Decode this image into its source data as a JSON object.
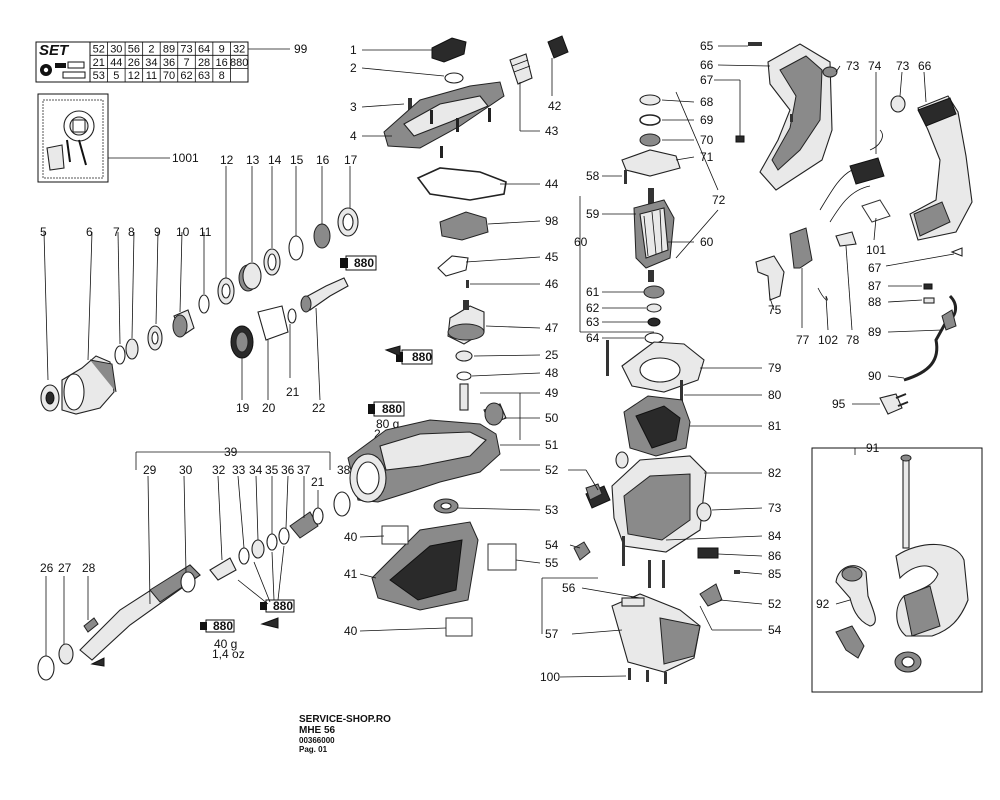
{
  "set_table": {
    "title": "SET",
    "rows": [
      [
        "52",
        "30",
        "56",
        "2",
        "89",
        "73",
        "64",
        "9",
        "32"
      ],
      [
        "21",
        "44",
        "26",
        "34",
        "36",
        "7",
        "28",
        "16",
        "880"
      ],
      [
        "53",
        "5",
        "12",
        "11",
        "70",
        "62",
        "63",
        "8",
        ""
      ]
    ],
    "ref": "99"
  },
  "detail_ref": "1001",
  "group_refs": {
    "bit_holder_group": "39",
    "switch_group": "91"
  },
  "grease": [
    {
      "label": "880",
      "amount": "80 g",
      "amount_oz": "2,8 oz"
    },
    {
      "label": "880",
      "amount": "40 g",
      "amount_oz": "1,4 oz"
    }
  ],
  "part_labels": [
    "1",
    "2",
    "3",
    "4",
    "42",
    "43",
    "44",
    "98",
    "45",
    "46",
    "47",
    "25",
    "48",
    "49",
    "50",
    "51",
    "52",
    "53",
    "40",
    "41",
    "55",
    "40",
    "65",
    "66",
    "67",
    "68",
    "69",
    "70",
    "71",
    "58",
    "59",
    "60",
    "60",
    "72",
    "61",
    "62",
    "63",
    "64",
    "79",
    "80",
    "81",
    "82",
    "73",
    "84",
    "86",
    "85",
    "54",
    "56",
    "57",
    "52",
    "54",
    "100",
    "73",
    "74",
    "73",
    "66",
    "101",
    "67",
    "75",
    "77",
    "102",
    "78",
    "87",
    "88",
    "89",
    "90",
    "95",
    "92",
    "5",
    "6",
    "7",
    "8",
    "9",
    "10",
    "11",
    "12",
    "13",
    "14",
    "15",
    "16",
    "17",
    "19",
    "20",
    "21",
    "22",
    "29",
    "30",
    "32",
    "33",
    "34",
    "35",
    "36",
    "37",
    "21",
    "38",
    "26",
    "27",
    "28"
  ],
  "footer": {
    "shop": "SERVICE-SHOP.RO",
    "model": "MHE 56",
    "code": "00366000",
    "page": "Pag. 01"
  }
}
